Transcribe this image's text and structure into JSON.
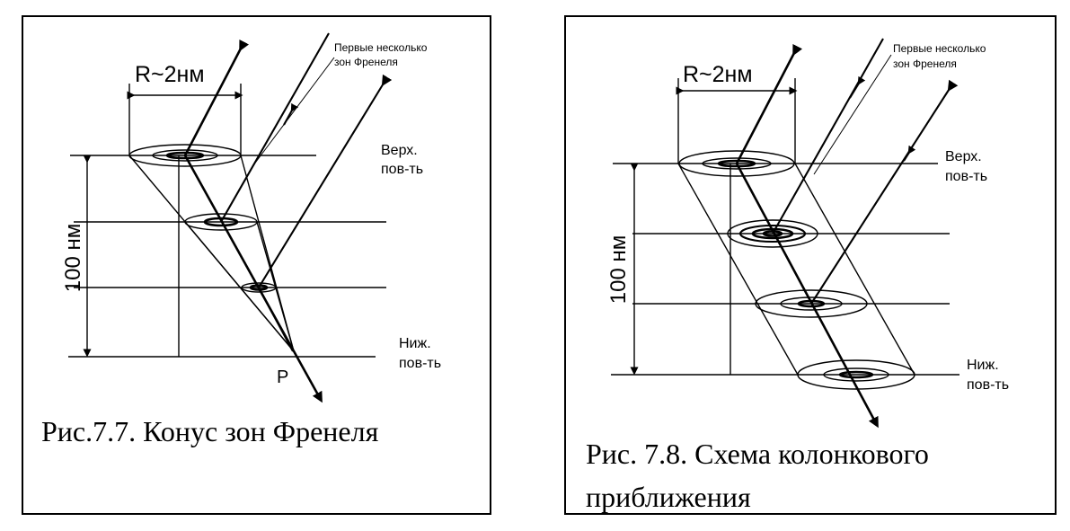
{
  "figure_left": {
    "width_label": "R~2нм",
    "fresnel_label_line1": "Первые несколько",
    "fresnel_label_line2": "зон Френеля",
    "top_surface_line1": "Верх.",
    "top_surface_line2": "пов-ть",
    "thickness_label": "100 нм",
    "bottom_surface_line1": "Ниж.",
    "bottom_surface_line2": "пов-ть",
    "point_label": "P",
    "caption": "Рис.7.7. Конус зон Френеля"
  },
  "figure_right": {
    "width_label": "R~2нм",
    "fresnel_label_line1": "Первые несколько",
    "fresnel_label_line2": "зон Френеля",
    "top_surface_line1": "Верх.",
    "top_surface_line2": "пов-ть",
    "thickness_label": "100 нм",
    "bottom_surface_line1": "Ниж.",
    "bottom_surface_line2": "пов-ть",
    "caption_line1": "Рис. 7.8. Схема колонкового",
    "caption_line2": "приближения"
  }
}
